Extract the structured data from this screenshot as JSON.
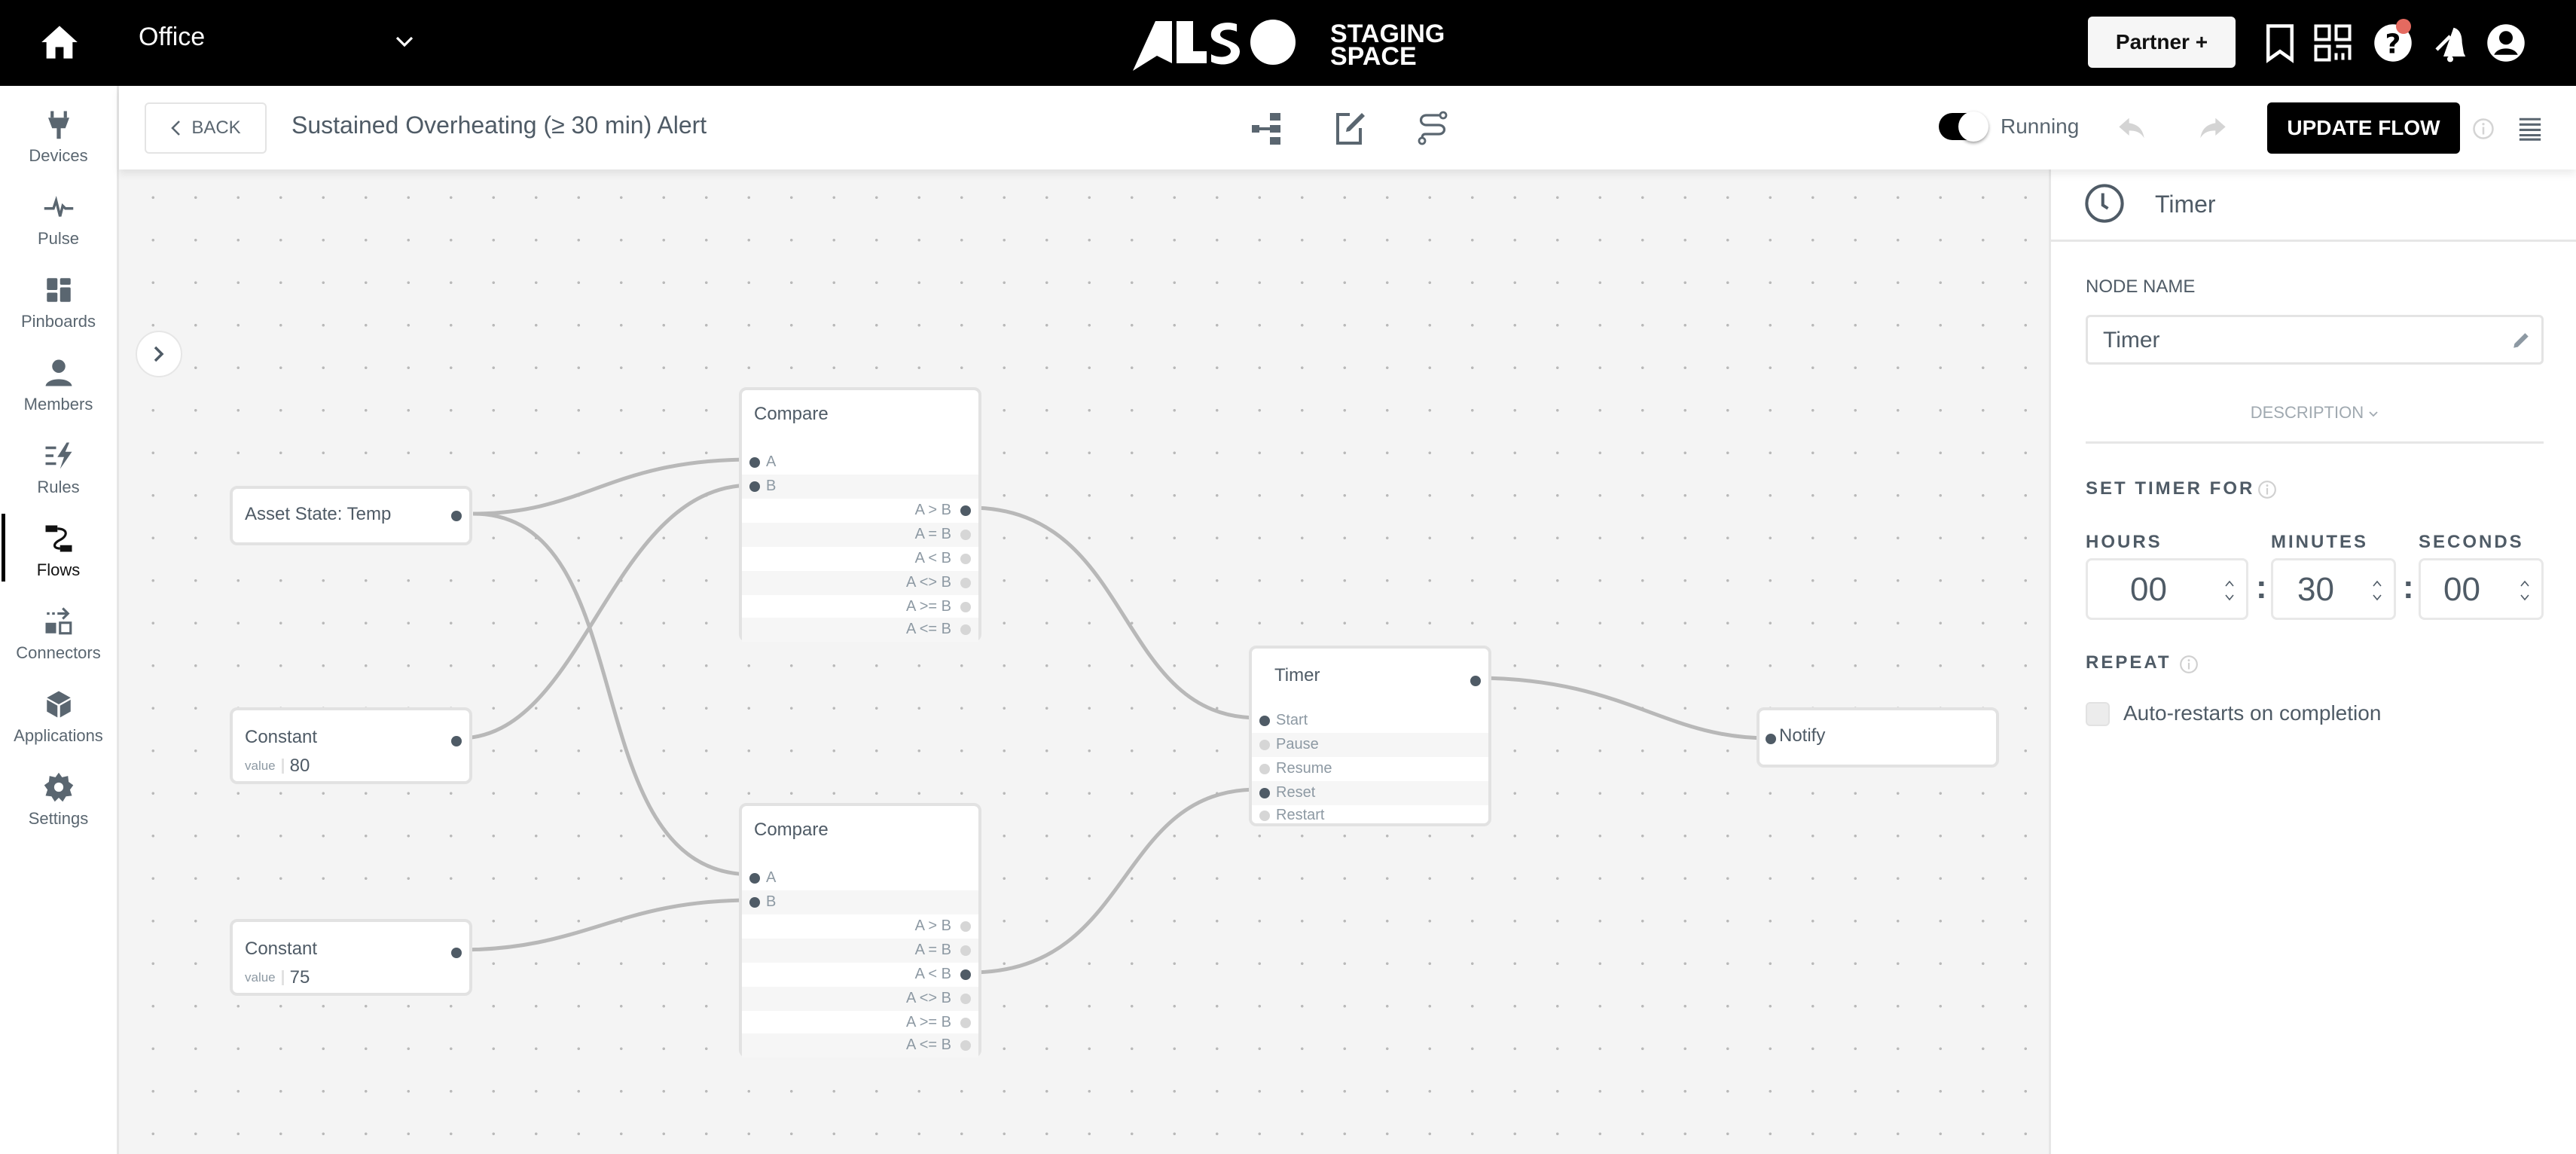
{
  "topbar": {
    "org_name": "Office",
    "logo_brand": "ALSO",
    "logo_sub_line1": "STAGING",
    "logo_sub_line2": "SPACE",
    "partner_button": "Partner +",
    "icons": [
      "home-icon",
      "chevron-down-icon",
      "bookmark-icon",
      "qr-code-icon",
      "help-icon",
      "notifications-muted-icon",
      "account-icon"
    ],
    "help_badge_color": "#e46a60"
  },
  "sidebar": {
    "items": [
      {
        "label": "Devices",
        "icon": "plug-icon",
        "active": false
      },
      {
        "label": "Pulse",
        "icon": "pulse-icon",
        "active": false
      },
      {
        "label": "Pinboards",
        "icon": "pinboards-icon",
        "active": false
      },
      {
        "label": "Members",
        "icon": "person-icon",
        "active": false
      },
      {
        "label": "Rules",
        "icon": "rules-icon",
        "active": false
      },
      {
        "label": "Flows",
        "icon": "flows-icon",
        "active": true
      },
      {
        "label": "Connectors",
        "icon": "connectors-icon",
        "active": false
      },
      {
        "label": "Applications",
        "icon": "cube-icon",
        "active": false
      },
      {
        "label": "Settings",
        "icon": "gear-icon",
        "active": false
      }
    ]
  },
  "toolbar": {
    "back_label": "BACK",
    "flow_title": "Sustained Overheating (≥ 30 min) Alert",
    "status_label": "Running",
    "status_on": true,
    "update_button": "UPDATE FLOW",
    "tool_icons": [
      "node-tree-icon",
      "edit-note-icon",
      "route-icon",
      "undo-icon",
      "redo-icon",
      "info-icon",
      "list-icon"
    ]
  },
  "canvas": {
    "nodes": {
      "asset_state": {
        "title": "Asset State: Temp"
      },
      "constant_1": {
        "title": "Constant",
        "value_label": "value",
        "value": "80"
      },
      "constant_2": {
        "title": "Constant",
        "value_label": "value",
        "value": "75"
      },
      "compare_1": {
        "title": "Compare",
        "inputs": [
          "A",
          "B"
        ],
        "outputs": [
          "A > B",
          "A = B",
          "A < B",
          "A <> B",
          "A >= B",
          "A <= B"
        ],
        "active_output": "A > B"
      },
      "compare_2": {
        "title": "Compare",
        "inputs": [
          "A",
          "B"
        ],
        "outputs": [
          "A > B",
          "A = B",
          "A < B",
          "A <> B",
          "A >= B",
          "A <= B"
        ],
        "active_output": "A < B"
      },
      "timer": {
        "title": "Timer",
        "inputs": [
          "Start",
          "Pause",
          "Resume",
          "Reset",
          "Restart"
        ],
        "connected_inputs": [
          "Start",
          "Reset"
        ]
      },
      "notify": {
        "title": "Notify"
      }
    },
    "connections": [
      {
        "from": "Asset State: Temp",
        "to": "Compare 1.A"
      },
      {
        "from": "Constant 80",
        "to": "Compare 1.B"
      },
      {
        "from": "Asset State: Temp",
        "to": "Compare 2.A"
      },
      {
        "from": "Constant 75",
        "to": "Compare 2.B"
      },
      {
        "from": "Compare 1.A > B",
        "to": "Timer.Start"
      },
      {
        "from": "Compare 2.A < B",
        "to": "Timer.Reset"
      },
      {
        "from": "Timer",
        "to": "Notify"
      }
    ]
  },
  "panel": {
    "title": "Timer",
    "node_name_label": "NODE NAME",
    "node_name_value": "Timer",
    "description_toggle": "DESCRIPTION",
    "set_timer_label": "SET TIMER FOR",
    "hours_label": "HOURS",
    "minutes_label": "MINUTES",
    "seconds_label": "SECONDS",
    "hours": "00",
    "minutes": "30",
    "seconds": "00",
    "colon": ":",
    "repeat_label": "REPEAT",
    "repeat_checkbox_label": "Auto-restarts on completion",
    "repeat_checked": false
  }
}
